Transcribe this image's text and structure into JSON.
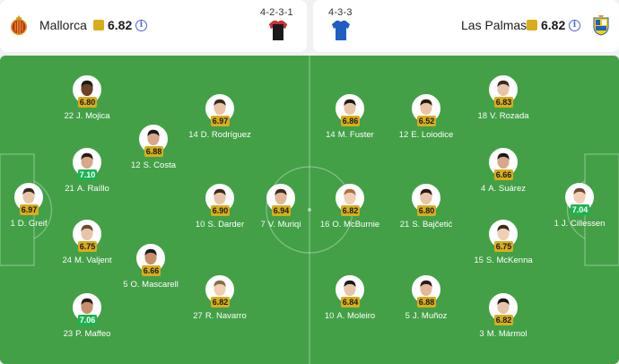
{
  "home": {
    "name": "Mallorca",
    "rating": "6.82",
    "formation": "4-2-3-1",
    "crest_icon": "mallorca-crest-icon",
    "kit_colors": {
      "body": "#1a1a1a",
      "accent": "#d32f2f"
    }
  },
  "away": {
    "name": "Las Palmas",
    "rating": "6.82",
    "formation": "4-3-3",
    "crest_icon": "las-palmas-crest-icon",
    "kit_colors": {
      "body": "#1f5fc4",
      "accent": "#1f5fc4"
    }
  },
  "colors": {
    "pitch": "#43a047",
    "rating_gold": "#d8ad1c",
    "rating_green": "#1cb451",
    "info_blue": "#4a63d6"
  },
  "players": [
    {
      "id": "greif",
      "number": "1",
      "name": "D. Greif",
      "rating": "6.97",
      "high": false,
      "skin": "#e8c4a8",
      "hair": "#3b2a1e"
    },
    {
      "id": "mojica",
      "number": "22",
      "name": "J. Mojica",
      "rating": "6.80",
      "high": false,
      "skin": "#6b4226",
      "hair": "#1a1a1a"
    },
    {
      "id": "raillo",
      "number": "21",
      "name": "A. Raíllo",
      "rating": "7.10",
      "high": true,
      "skin": "#d9a78a",
      "hair": "#2a1d14"
    },
    {
      "id": "valjent",
      "number": "24",
      "name": "M. Valjent",
      "rating": "6.75",
      "high": false,
      "skin": "#e8c4a8",
      "hair": "#6b4a2e"
    },
    {
      "id": "maffeo",
      "number": "23",
      "name": "P. Maffeo",
      "rating": "7.06",
      "high": true,
      "skin": "#c98e6c",
      "hair": "#2a1d14"
    },
    {
      "id": "costa",
      "number": "12",
      "name": "S. Costa",
      "rating": "6.88",
      "high": false,
      "skin": "#d9a78a",
      "hair": "#1a1a1a"
    },
    {
      "id": "mascarell",
      "number": "5",
      "name": "O. Mascarell",
      "rating": "6.66",
      "high": false,
      "skin": "#c98e6c",
      "hair": "#1a1a1a"
    },
    {
      "id": "rodriguez",
      "number": "14",
      "name": "D. Rodríguez",
      "rating": "6.97",
      "high": false,
      "skin": "#e8c4a8",
      "hair": "#3b2a1e"
    },
    {
      "id": "darder",
      "number": "10",
      "name": "S. Darder",
      "rating": "6.90",
      "high": false,
      "skin": "#e8c4a8",
      "hair": "#3b2a1e"
    },
    {
      "id": "navarro",
      "number": "27",
      "name": "R. Navarro",
      "rating": "6.82",
      "high": false,
      "skin": "#f0cfb4",
      "hair": "#8a6a3e"
    },
    {
      "id": "muriqi",
      "number": "7",
      "name": "V. Muriqi",
      "rating": "6.94",
      "high": false,
      "skin": "#e2b89a",
      "hair": "#3b2a1e"
    },
    {
      "id": "mcburnie",
      "number": "16",
      "name": "O. McBurnie",
      "rating": "6.82",
      "high": false,
      "skin": "#f0cfb4",
      "hair": "#b0703a"
    },
    {
      "id": "fuster",
      "number": "14",
      "name": "M. Fuster",
      "rating": "6.86",
      "high": false,
      "skin": "#e8c4a8",
      "hair": "#1a1a1a"
    },
    {
      "id": "bajcetic",
      "number": "21",
      "name": "S. Bajčetić",
      "rating": "6.80",
      "high": false,
      "skin": "#e8c4a8",
      "hair": "#2a1d14"
    },
    {
      "id": "moleiro",
      "number": "10",
      "name": "A. Moleiro",
      "rating": "6.84",
      "high": false,
      "skin": "#e8c4a8",
      "hair": "#1a1a1a"
    },
    {
      "id": "loiodice",
      "number": "12",
      "name": "E. Loiodice",
      "rating": "6.52",
      "high": false,
      "skin": "#e8c4a8",
      "hair": "#2a1d14"
    },
    {
      "id": "munoz",
      "number": "5",
      "name": "J. Muñoz",
      "rating": "6.88",
      "high": false,
      "skin": "#e2b89a",
      "hair": "#2a1d14"
    },
    {
      "id": "rozada",
      "number": "18",
      "name": "V. Rozada",
      "rating": "6.83",
      "high": false,
      "skin": "#e8c4a8",
      "hair": "#3b2a1e"
    },
    {
      "id": "suarez",
      "number": "4",
      "name": "A. Suárez",
      "rating": "6.66",
      "high": false,
      "skin": "#d9a78a",
      "hair": "#1a1a1a"
    },
    {
      "id": "mckenna",
      "number": "15",
      "name": "S. McKenna",
      "rating": "6.75",
      "high": false,
      "skin": "#f0cfb4",
      "hair": "#3b2a1e"
    },
    {
      "id": "marmol",
      "number": "3",
      "name": "M. Mármol",
      "rating": "6.82",
      "high": false,
      "skin": "#e8c4a8",
      "hair": "#1a1a1a"
    },
    {
      "id": "cillessen",
      "number": "1",
      "name": "J. Cillessen",
      "rating": "7.04",
      "high": true,
      "skin": "#f0cfb4",
      "hair": "#6b4a2e"
    }
  ]
}
